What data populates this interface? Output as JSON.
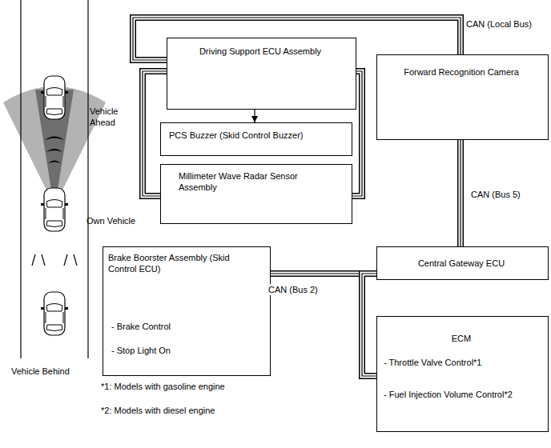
{
  "diagram": {
    "nodes": [
      {
        "text": [
          "Driving Support ECU Assembly"
        ]
      },
      {
        "text": [
          "PCS Buzzer (Skid Control Buzzer)"
        ]
      },
      {
        "text": [
          "Millimeter Wave Radar Sensor Assembly"
        ]
      },
      {
        "text": [
          "Forward Recognition Camera"
        ]
      },
      {
        "text": [
          "Brake Boorster Assembly (Skid Control ECU)",
          "- Brake Control",
          "- Stop Light On"
        ]
      },
      {
        "text": [
          "Central Gateway ECU"
        ]
      },
      {
        "text": [
          "ECM",
          "- Throttle Valve Control*1",
          "- Fuel Injection Volume Control*2"
        ]
      }
    ],
    "edges": [
      {
        "from": 0,
        "to": 1,
        "arrow": "to"
      },
      {
        "from": 0,
        "to": 3,
        "label": "CAN (Local Bus)",
        "arrow": "none"
      },
      {
        "from": 0,
        "to": 2,
        "arrow": "none"
      },
      {
        "from": 0,
        "to": 2,
        "arrow": "none"
      },
      {
        "from": 3,
        "to": 5,
        "label": "CAN (Bus 5)",
        "arrow": "none"
      },
      {
        "from": 5,
        "to": 4,
        "label": "CAN (Bus 2)",
        "arrow": "none"
      },
      {
        "from": 5,
        "to": 6,
        "arrow": "none"
      }
    ],
    "labels": [
      "Vehicle Ahead",
      "Own Vehicle",
      "Vehicle Behind",
      "*1: Models with gasoline engine",
      "*2: Models with diesel engine"
    ]
  }
}
